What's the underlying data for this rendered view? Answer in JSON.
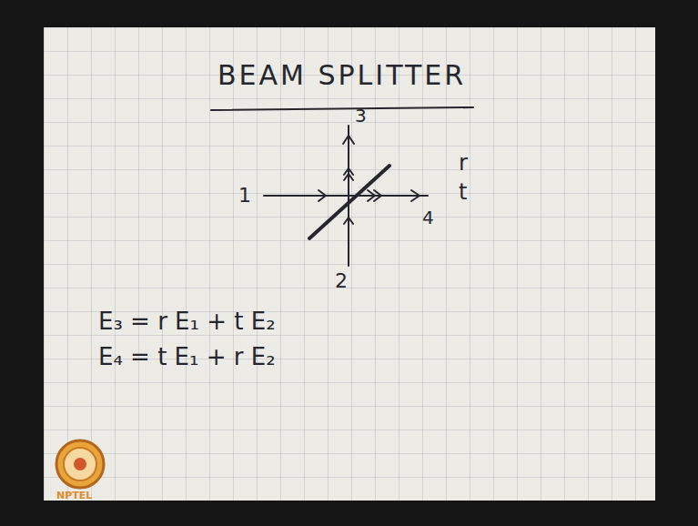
{
  "diagram": {
    "title": "BEAM SPLITTER",
    "labels": [
      "3",
      "1",
      "4",
      "2",
      "r",
      "t",
      "E₃ = r E₁ + t E₂",
      "E₄ = t E₁ + r E₂",
      "NPTEL"
    ]
  }
}
